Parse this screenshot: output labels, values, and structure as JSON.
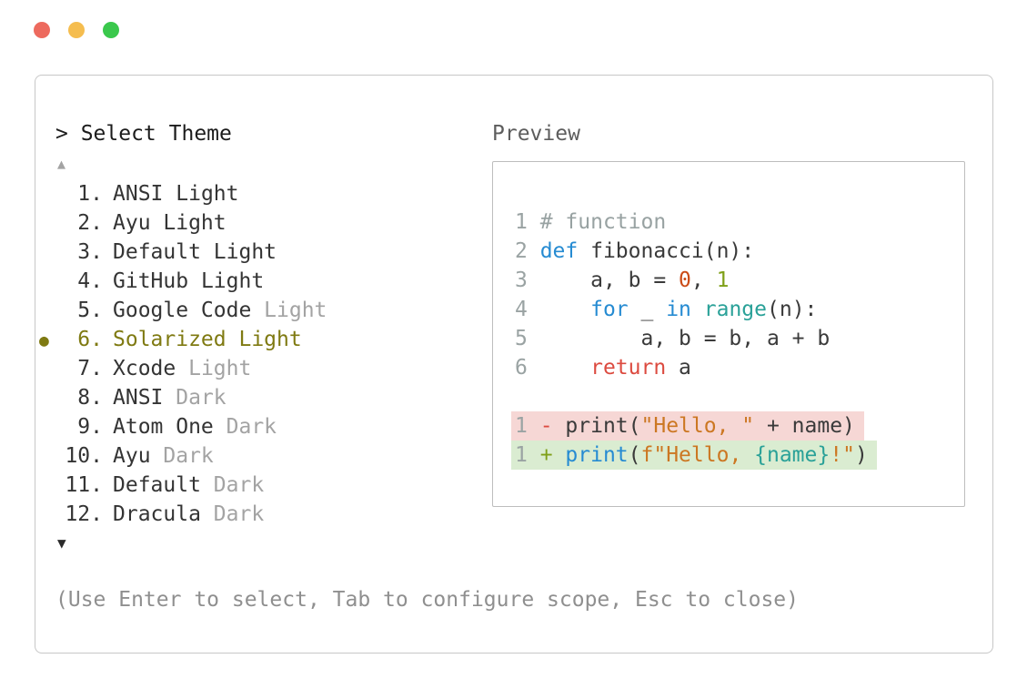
{
  "colors": {
    "selected_olive": "#7f7a12",
    "keyword_blue": "#268bd2",
    "function_teal": "#2aa198",
    "return_red": "#dc4b40",
    "number_red": "#cb4b16",
    "number_green": "#7fa018",
    "string_orange": "#cc7722",
    "interp_teal": "#2aa198",
    "comment_gray": "#98a2a2",
    "line_number_gray": "#9aa3a3",
    "diff_removed_bg": "#f6d7d5",
    "diff_added_bg": "#daecd1",
    "traffic_red": "#ed6a5e",
    "traffic_yellow": "#f5bd4f",
    "traffic_green": "#3ac84c"
  },
  "selector": {
    "prompt": "> Select Theme",
    "scroll_up": "▲",
    "scroll_down": "▼",
    "selected_marker": "●",
    "footer_hint": "(Use Enter to select, Tab to configure scope, Esc to close)",
    "items": [
      {
        "number": "1.",
        "name": "ANSI",
        "variant": "Light",
        "selected": false,
        "variant_muted": false
      },
      {
        "number": "2.",
        "name": "Ayu",
        "variant": "Light",
        "selected": false,
        "variant_muted": false
      },
      {
        "number": "3.",
        "name": "Default",
        "variant": "Light",
        "selected": false,
        "variant_muted": false
      },
      {
        "number": "4.",
        "name": "GitHub",
        "variant": "Light",
        "selected": false,
        "variant_muted": false
      },
      {
        "number": "5.",
        "name": "Google Code",
        "variant": "Light",
        "selected": false,
        "variant_muted": true
      },
      {
        "number": "6.",
        "name": "Solarized",
        "variant": "Light",
        "selected": true,
        "variant_muted": false
      },
      {
        "number": "7.",
        "name": "Xcode",
        "variant": "Light",
        "selected": false,
        "variant_muted": true
      },
      {
        "number": "8.",
        "name": "ANSI",
        "variant": "Dark",
        "selected": false,
        "variant_muted": true
      },
      {
        "number": "9.",
        "name": "Atom One",
        "variant": "Dark",
        "selected": false,
        "variant_muted": true
      },
      {
        "number": "10.",
        "name": "Ayu",
        "variant": "Dark",
        "selected": false,
        "variant_muted": true
      },
      {
        "number": "11.",
        "name": "Default",
        "variant": "Dark",
        "selected": false,
        "variant_muted": true
      },
      {
        "number": "12.",
        "name": "Dracula",
        "variant": "Dark",
        "selected": false,
        "variant_muted": true
      }
    ]
  },
  "preview": {
    "label": "Preview",
    "code_lines": [
      {
        "num": "1",
        "tokens": [
          {
            "t": "# function",
            "c": "comment"
          }
        ]
      },
      {
        "num": "2",
        "tokens": [
          {
            "t": "def",
            "c": "kw"
          },
          {
            "t": " fibonacci(n):",
            "c": "plain"
          }
        ]
      },
      {
        "num": "3",
        "tokens": [
          {
            "t": "    a, b = ",
            "c": "plain"
          },
          {
            "t": "0",
            "c": "num-red"
          },
          {
            "t": ", ",
            "c": "plain"
          },
          {
            "t": "1",
            "c": "num-green"
          }
        ]
      },
      {
        "num": "4",
        "tokens": [
          {
            "t": "    ",
            "c": "plain"
          },
          {
            "t": "for",
            "c": "kw"
          },
          {
            "t": " _ ",
            "c": "plain"
          },
          {
            "t": "in",
            "c": "kw"
          },
          {
            "t": " ",
            "c": "plain"
          },
          {
            "t": "range",
            "c": "fn"
          },
          {
            "t": "(n):",
            "c": "plain"
          }
        ]
      },
      {
        "num": "5",
        "tokens": [
          {
            "t": "        a, b = b, a + b",
            "c": "plain"
          }
        ]
      },
      {
        "num": "6",
        "tokens": [
          {
            "t": "    ",
            "c": "plain"
          },
          {
            "t": "return",
            "c": "ret"
          },
          {
            "t": " a",
            "c": "plain"
          }
        ]
      },
      {
        "blank": true
      },
      {
        "num": "1",
        "diff": "removed",
        "tokens": [
          {
            "t": "- ",
            "c": "diff-minus"
          },
          {
            "t": "print(",
            "c": "plain"
          },
          {
            "t": "\"Hello, \"",
            "c": "str"
          },
          {
            "t": " + name)",
            "c": "plain"
          }
        ]
      },
      {
        "num": "1",
        "diff": "added",
        "tokens": [
          {
            "t": "+ ",
            "c": "diff-plus"
          },
          {
            "t": "print",
            "c": "kw"
          },
          {
            "t": "(",
            "c": "plain"
          },
          {
            "t": "f\"Hello, ",
            "c": "str"
          },
          {
            "t": "{name}",
            "c": "interp"
          },
          {
            "t": "!\"",
            "c": "str"
          },
          {
            "t": ")",
            "c": "plain"
          }
        ]
      }
    ]
  }
}
